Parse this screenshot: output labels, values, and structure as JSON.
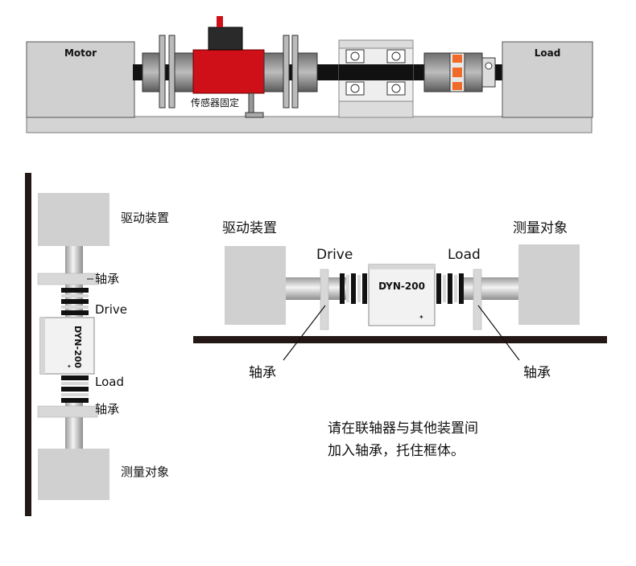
{
  "top_diagram": {
    "motor_label": "Motor",
    "load_label": "Load",
    "sensor_fix_label": "传感器固定"
  },
  "vertical_diagram": {
    "drive_device_label": "驱动装置",
    "bearing_upper_label": "轴承",
    "drive_label": "Drive",
    "sensor_model": "DYN-200",
    "load_label": "Load",
    "bearing_lower_label": "轴承",
    "measured_object_label": "测量对象"
  },
  "horizontal_diagram": {
    "drive_device_label": "驱动装置",
    "measured_object_label": "测量对象",
    "drive_label": "Drive",
    "load_label": "Load",
    "sensor_model": "DYN-200",
    "bearing_left_label": "轴承",
    "bearing_right_label": "轴承"
  },
  "note": {
    "line1": "请在联轴器与其他装置间",
    "line2": "加入轴承，托住框体。"
  },
  "colors": {
    "sensor_red": "#d01018",
    "device_gray": "#d0d0d0",
    "shaft_black": "#111111"
  }
}
